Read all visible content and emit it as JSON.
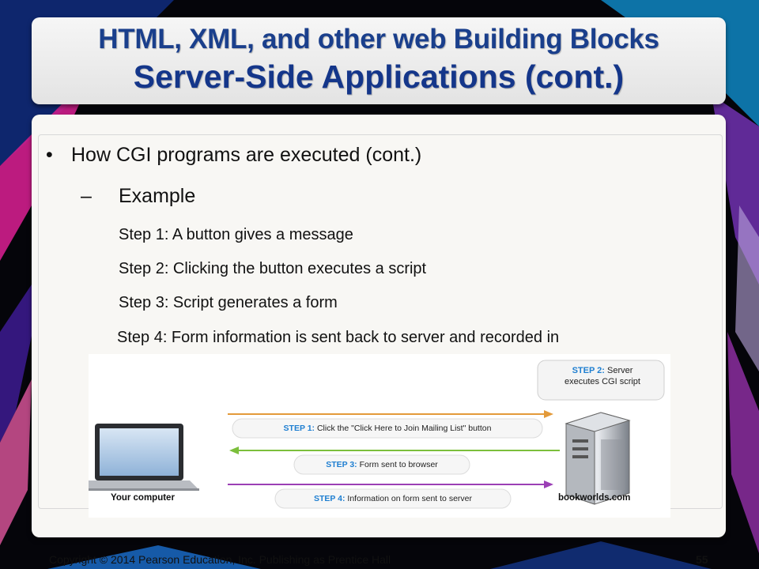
{
  "slide": {
    "title_line1": "HTML, XML, and other web Building Blocks",
    "title_line2": "Server-Side Applications (cont.)",
    "bullet": "How CGI programs are executed (cont.)",
    "dash": "–",
    "sub_bullet": "Example",
    "steps": [
      "Step 1: A button gives a message",
      "Step 2: Clicking the button executes a script",
      "Step 3: Script generates a form",
      "Step 4: Form information is sent back to server and recorded in"
    ]
  },
  "diagram": {
    "step2_label": "STEP 2:",
    "step2_text1": "Server",
    "step2_text2": "executes CGI script",
    "step1_label": "STEP 1:",
    "step1_text": "Click the \"Click Here to Join Mailing List\" button",
    "step3_label": "STEP 3:",
    "step3_text": "Form sent to browser",
    "step4_label": "STEP 4:",
    "step4_text": "Information on form sent to server",
    "computer_label": "Your computer",
    "server_label": "bookworlds.com",
    "colors": {
      "step_blue": "#1f7fd1",
      "arrow1": "#e39a3a",
      "arrow3": "#7cbf3c",
      "arrow4": "#9b3fb5"
    }
  },
  "footer": {
    "copyright": "Copyright © 2014 Pearson Education, Inc. Publishing as Prentice Hall",
    "page": "55"
  }
}
